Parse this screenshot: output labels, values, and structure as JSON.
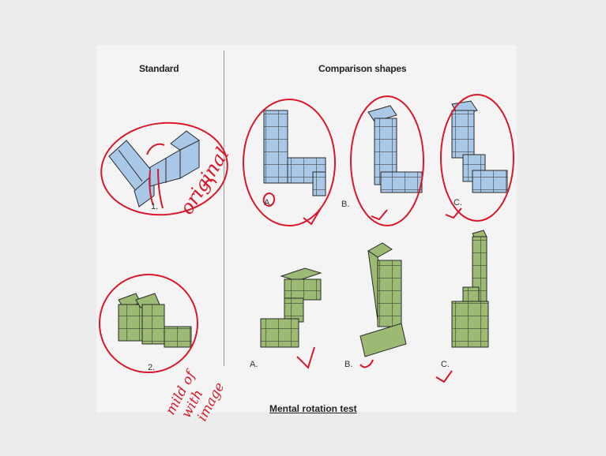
{
  "headers": {
    "standard": "Standard",
    "comparison": "Comparison shapes"
  },
  "labels": {
    "s1": "1.",
    "s2": "2.",
    "a": "A.",
    "b": "B.",
    "c": "C."
  },
  "caption": "Mental rotation test",
  "annotations": {
    "original": "original",
    "mirror1": "mild of",
    "mirror2": "with",
    "mirror3": "image"
  },
  "colors": {
    "blue_cube": "#a9c7e6",
    "green_cube": "#9cba73",
    "ink": "#d8182a",
    "outline": "#2a2a2a"
  }
}
